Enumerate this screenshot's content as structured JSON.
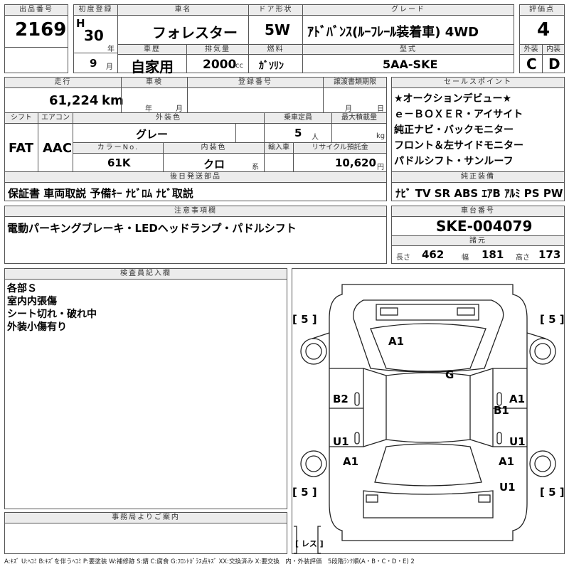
{
  "header": {
    "lot_label": "出品番号",
    "lot": "2169",
    "reg_label": "初度登録",
    "era": "H",
    "year": "30",
    "year_unit": "年",
    "month": "9",
    "month_unit": "月",
    "name_label": "車名",
    "name": "フォレスター",
    "door_label": "ドア形状",
    "door": "5W",
    "grade_label": "グレード",
    "grade": "ｱﾄﾞﾊﾞﾝｽ(ﾙｰﾌﾚｰﾙ装着車) 4WD",
    "score_label": "評価点",
    "score": "4",
    "history_label": "車歴",
    "history": "自家用",
    "displacement_label": "排気量",
    "displacement": "2000",
    "displacement_unit": "cc",
    "fuel_label": "燃料",
    "fuel": "ｶﾞｿﾘﾝ",
    "model_label": "型式",
    "model": "5AA-SKE",
    "ext_label": "外装",
    "ext": "C",
    "int_label": "内装",
    "int": "D"
  },
  "mid": {
    "mileage_label": "走行",
    "mileage": "61,224",
    "mileage_unit": "km",
    "inspection_label": "車検",
    "insp_year_unit": "年",
    "insp_month_unit": "月",
    "regno_label": "登録番号",
    "transfer_label": "譲渡書類期限",
    "transfer_month_unit": "月",
    "transfer_day_unit": "日",
    "shift_label": "シフト",
    "shift": "FAT",
    "ac_label": "エアコン",
    "ac": "AAC",
    "color_label": "外装色",
    "color": "グレー",
    "capacity_label": "乗車定員",
    "capacity": "5",
    "capacity_unit": "人",
    "load_label": "最大積載量",
    "load_unit": "kg",
    "colorno_label": "カラーNo.",
    "colorno": "61K",
    "intcolor_label": "内装色",
    "intcolor": "クロ",
    "intcolor_unit": "系",
    "import_label": "輸入車",
    "recycle_label": "リサイクル預託金",
    "recycle": "10,620",
    "recycle_unit": "円",
    "later_label": "後日発送部品",
    "later": "保証書 車両取説 予備ｷｰ ﾅﾋﾞﾛﾑ ﾅﾋﾞ取説"
  },
  "sales": {
    "label": "セールスポイント",
    "points": [
      "★オークションデビュー★",
      "ｅ－ＢＯＸＥＲ・アイサイト",
      "純正ナビ・バックモニター",
      "フロント＆左サイドモニター",
      "パドルシフト・サンルーフ"
    ],
    "equip_label": "純正装備",
    "equip": "ﾅﾋﾞ TV SR ABS ｴｱB ｱﾙﾐ PS PW"
  },
  "notes": {
    "label": "注意事項欄",
    "text": "電動パーキングブレーキ・LEDヘッドランプ・パドルシフト"
  },
  "chassis": {
    "label": "車台番号",
    "number": "SKE-004079",
    "dims_label": "諸元",
    "length_label": "長さ",
    "length": "462",
    "width_label": "幅",
    "width": "181",
    "height_label": "高さ",
    "height": "173"
  },
  "inspector": {
    "label": "検査員記入欄",
    "lines": [
      "各部Ｓ",
      "室内内張傷",
      "シート切れ・破れ中",
      "外装小傷有り"
    ]
  },
  "diagram": {
    "marks": [
      "A1",
      "G",
      "B2",
      "A1",
      "B1",
      "U1",
      "U1",
      "A1",
      "A1",
      "U1"
    ],
    "tires": [
      "[ 5 ]",
      "[ 5 ]",
      "[ 5 ]",
      "[ 5 ]"
    ],
    "spare": "[ レス ]"
  },
  "office": {
    "label": "事務局よりご案内"
  },
  "legend": "A:ｷｽﾞ U:ﾍｺﾐ B:ｷｽﾞを伴うﾍｺﾐ P:要塗装 W:補修跡 S:錆 C:腐食 G:ﾌﾛﾝﾄｶﾞﾗｽ点ｷｽﾞ XX:交換済み X:要交換　内・外装評価　5段階ﾗﾝｸ順(A・B・C・D・E) 2"
}
